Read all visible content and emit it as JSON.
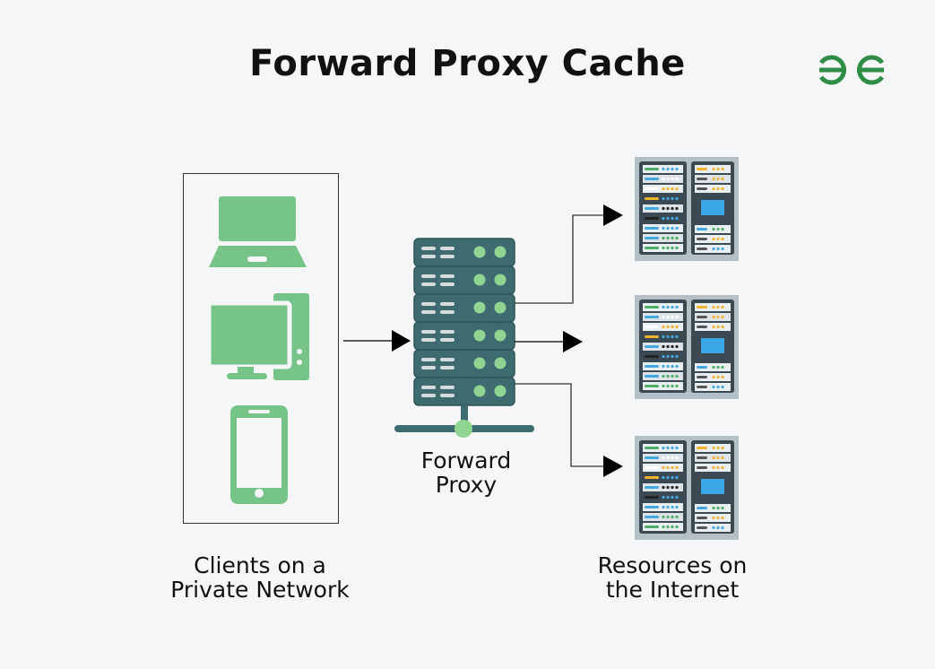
{
  "title": "Forward Proxy Cache",
  "logo": {
    "icon": "geeksforgeeks-logo-icon",
    "color": "#2f8d46"
  },
  "colors": {
    "device_green": "#76c487",
    "server_teal": "#3e6b70",
    "led_green": "#8fd491",
    "arrow": "#000000"
  },
  "clients": {
    "label_line1": "Clients on a",
    "label_line2": "Private Network",
    "devices": [
      "laptop-icon",
      "desktop-computer-icon",
      "smartphone-icon"
    ]
  },
  "proxy": {
    "label_line1": "Forward",
    "label_line2": "Proxy",
    "units": 6
  },
  "resources": {
    "label_line1": "Resources on",
    "label_line2": "the Internet",
    "servers": [
      "server-rack-icon",
      "server-rack-icon",
      "server-rack-icon"
    ]
  }
}
